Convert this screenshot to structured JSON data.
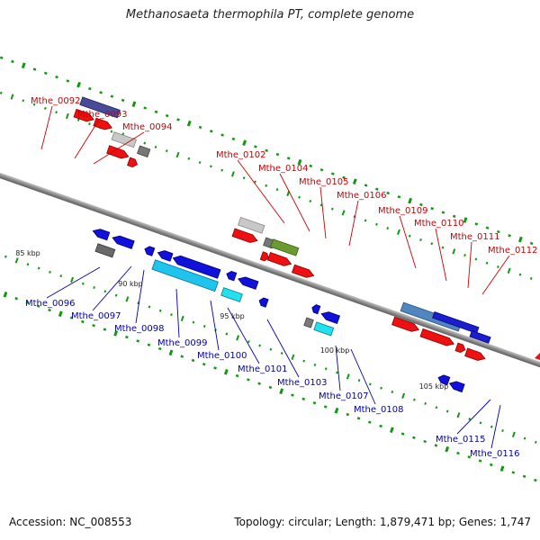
{
  "header": {
    "title": "Methanosaeta thermophila PT, complete genome"
  },
  "footer": {
    "accession": "Accession: NC_008553",
    "summary": "Topology: circular; Length: 1,879,471 bp; Genes: 1,747"
  },
  "colors": {
    "label_top": "#cc0000",
    "label_bottom": "#0000aa",
    "tick": "#119911",
    "backbone": "#8c8c8c",
    "cds_forward": "#ee1111",
    "cds_reverse": "#1111dd"
  },
  "scale_labels": [
    "85 kbp",
    "90 kbp",
    "95 kbp",
    "100 kbp",
    "105 kbp"
  ],
  "genes_top": [
    "Mthe_0092",
    "Mthe_0093",
    "Mthe_0094",
    "Mthe_0102",
    "Mthe_0104",
    "Mthe_0105",
    "Mthe_0106",
    "Mthe_0109",
    "Mthe_0110",
    "Mthe_0111",
    "Mthe_0112"
  ],
  "genes_bottom": [
    "Mthe_0096",
    "Mthe_0097",
    "Mthe_0098",
    "Mthe_0099",
    "Mthe_0100",
    "Mthe_0101",
    "Mthe_0103",
    "Mthe_0107",
    "Mthe_0108",
    "Mthe_0115",
    "Mthe_0116"
  ]
}
